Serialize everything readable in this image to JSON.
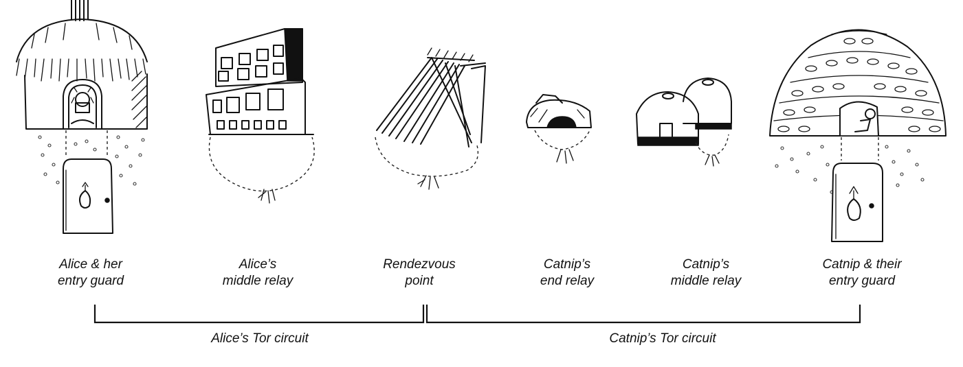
{
  "nodes": [
    {
      "id": "alice-guard",
      "icon": "thatched-hut-icon",
      "lines": [
        "Alice & her",
        "entry guard"
      ]
    },
    {
      "id": "alice-middle",
      "icon": "apartment-building-icon",
      "lines": [
        "Alice’s",
        "middle relay"
      ]
    },
    {
      "id": "rendezvous",
      "icon": "stick-shelter-icon",
      "lines": [
        "Rendezvous",
        "point"
      ]
    },
    {
      "id": "catnip-end",
      "icon": "small-hut-icon",
      "lines": [
        "Catnip’s",
        "end relay"
      ]
    },
    {
      "id": "catnip-middle",
      "icon": "yurts-icon",
      "lines": [
        "Catnip’s",
        "middle relay"
      ]
    },
    {
      "id": "catnip-guard",
      "icon": "stone-dome-hut-icon",
      "lines": [
        "Catnip & their",
        "entry guard"
      ]
    }
  ],
  "circuits": [
    {
      "id": "alice-circuit",
      "label": "Alice’s Tor circuit"
    },
    {
      "id": "catnip-circuit",
      "label": "Catnip’s Tor circuit"
    }
  ]
}
